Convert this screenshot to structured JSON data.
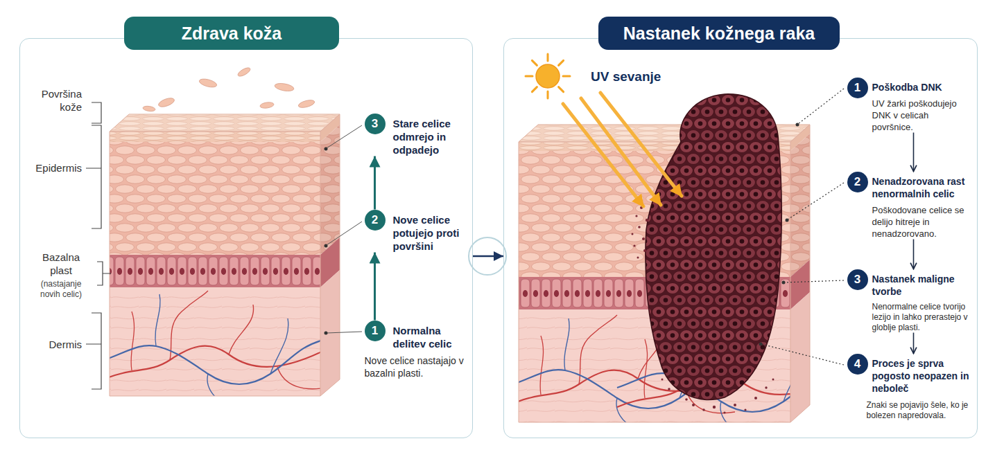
{
  "diagram": {
    "nodes": [
      {
        "text": [
          "Zdrava koža"
        ]
      },
      {
        "text": [
          "3",
          "Stare celice odmrejo in odpadejo"
        ],
        "in": 0
      },
      {
        "text": [
          "2",
          "Nove celice potujejo proti površini"
        ],
        "in": 0
      },
      {
        "text": [
          "1",
          "Normalna delitev celic",
          "Nove celice nastajajo v bazalni plasti."
        ],
        "in": 0
      },
      {
        "text": [
          "Nastanek kožnega raka"
        ]
      },
      {
        "text": [
          "1",
          "Poškodba DNK",
          "UV žarki poškodujejo DNK v celicah površnice."
        ],
        "in": 4
      },
      {
        "text": [
          "2",
          "Nenadzorovana rast nenormalnih celic",
          "Poškodovane celice se delijo hitreje in nenadzorovano."
        ],
        "in": 4
      },
      {
        "text": [
          "3",
          "Nastanek maligne tvorbe",
          "Nenormalne celice tvorijo lezijo in lahko prerastejo v globlje plasti."
        ],
        "in": 4
      },
      {
        "text": [
          "4",
          "Proces je sprva pogosto neopazen in neboleč",
          "Znaki se pojavijo šele, ko je bolezen napredovala."
        ],
        "in": 4
      }
    ],
    "edges": [
      {
        "from": 0,
        "to": 4,
        "arrow": "to"
      },
      {
        "from": 3,
        "to": 2,
        "arrow": "to"
      },
      {
        "from": 2,
        "to": 1,
        "arrow": "to"
      },
      {
        "from": 5,
        "to": 6,
        "arrow": "to"
      },
      {
        "from": 6,
        "to": 7,
        "arrow": "to"
      },
      {
        "from": 7,
        "to": 8,
        "arrow": "to"
      }
    ],
    "labels": [
      "Površina kože",
      "Epidermis",
      "Bazalna plast",
      "(nastajanje novih celic)",
      "Dermis",
      "UV sevanje"
    ]
  }
}
